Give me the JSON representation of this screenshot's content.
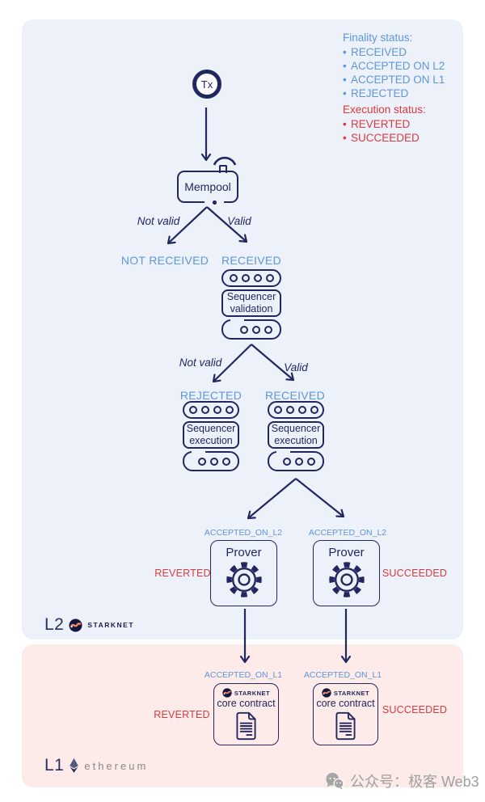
{
  "colors": {
    "navy": "#23275f",
    "light_blue": "#5e96d9",
    "red": "#d93b3f",
    "panel_l2": "#ecf1fa",
    "panel_l1": "#fcebe8"
  },
  "legend": {
    "finality_title": "Finality status:",
    "finality_items": [
      "RECEIVED",
      "ACCEPTED ON L2",
      "ACCEPTED ON L1",
      "REJECTED"
    ],
    "execution_title": "Execution status:",
    "execution_items": [
      "REVERTED",
      "SUCCEEDED"
    ]
  },
  "flow": {
    "tx": "Tx",
    "mempool": "Mempool",
    "branch1": {
      "left_label": "Not valid",
      "right_label": "Valid",
      "left_result": "NOT RECEIVED",
      "right_result": "RECEIVED"
    },
    "stack1": {
      "line1": "Sequencer",
      "line2": "validation"
    },
    "branch2": {
      "left_label": "Not valid",
      "right_label": "Valid",
      "left_result": "REJECTED",
      "right_result": "RECEIVED"
    },
    "stack2": {
      "line1": "Sequencer",
      "line2": "execution"
    },
    "stack3": {
      "line1": "Sequencer",
      "line2": "execution"
    },
    "branch3": {
      "left_result": "ACCEPTED_ON_L2",
      "right_result": "ACCEPTED_ON_L2"
    },
    "prover_left": {
      "title": "Prover",
      "status": "REVERTED"
    },
    "prover_right": {
      "title": "Prover",
      "status": "SUCCEEDED"
    },
    "l1_left": {
      "accepted": "ACCEPTED_ON_L1",
      "brand": "STARKNET",
      "title": "core contract",
      "status": "REVERTED"
    },
    "l1_right": {
      "accepted": "ACCEPTED_ON_L1",
      "brand": "STARKNET",
      "title": "core contract",
      "status": "SUCCEEDED"
    }
  },
  "badges": {
    "l2": {
      "layer": "L2",
      "brand": "STARKNET"
    },
    "l1": {
      "layer": "L1",
      "brand": "ethereum"
    }
  },
  "watermark": {
    "text": "公众号：极客 Web3"
  }
}
